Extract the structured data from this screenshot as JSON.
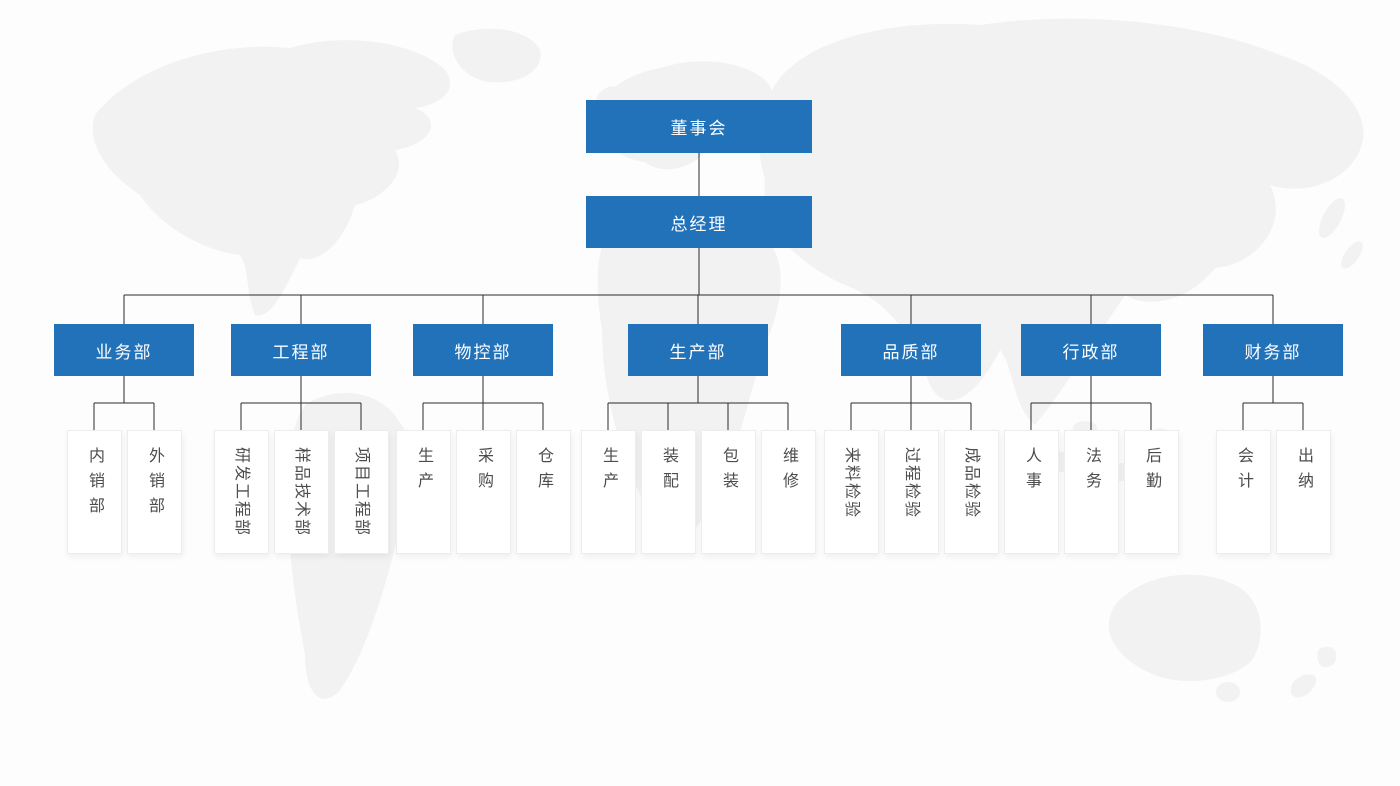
{
  "colors": {
    "box_blue": "#2272b9",
    "box_text": "#ffffff",
    "leaf_bg": "#ffffff",
    "leaf_text": "#4d4d4d",
    "connector_line": "#2b2b2b",
    "map_fill": "#f2f2f2",
    "page_bg": "#fdfdfd"
  },
  "org_chart": {
    "root": {
      "label": "董事会"
    },
    "manager": {
      "label": "总经理"
    },
    "departments": [
      {
        "label": "业务部",
        "children": [
          {
            "label": "内销部",
            "text_style": "upright"
          },
          {
            "label": "外销部",
            "text_style": "upright"
          }
        ]
      },
      {
        "label": "工程部",
        "children": [
          {
            "label": "研发工程部",
            "text_style": "sideways"
          },
          {
            "label": "样品技术部",
            "text_style": "sideways"
          },
          {
            "label": "项目工程部",
            "text_style": "sideways"
          }
        ]
      },
      {
        "label": "物控部",
        "children": [
          {
            "label": "生产",
            "text_style": "upright"
          },
          {
            "label": "采购",
            "text_style": "upright"
          },
          {
            "label": "仓库",
            "text_style": "upright"
          }
        ]
      },
      {
        "label": "生产部",
        "children": [
          {
            "label": "生产",
            "text_style": "upright"
          },
          {
            "label": "装配",
            "text_style": "upright"
          },
          {
            "label": "包装",
            "text_style": "upright"
          },
          {
            "label": "维修",
            "text_style": "upright"
          }
        ]
      },
      {
        "label": "品质部",
        "children": [
          {
            "label": "来料检验",
            "text_style": "sideways"
          },
          {
            "label": "过程检验",
            "text_style": "sideways"
          },
          {
            "label": "成品检验",
            "text_style": "sideways"
          }
        ]
      },
      {
        "label": "行政部",
        "children": [
          {
            "label": "人事",
            "text_style": "upright"
          },
          {
            "label": "法务",
            "text_style": "upright"
          },
          {
            "label": "后勤",
            "text_style": "upright"
          }
        ]
      },
      {
        "label": "财务部",
        "children": [
          {
            "label": "会计",
            "text_style": "upright"
          },
          {
            "label": "出纳",
            "text_style": "upright"
          }
        ]
      }
    ]
  }
}
